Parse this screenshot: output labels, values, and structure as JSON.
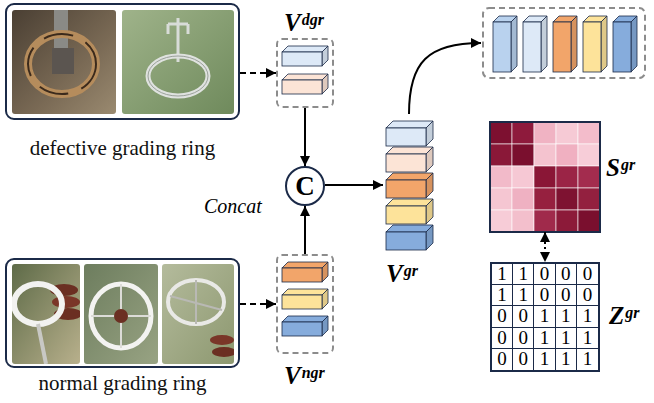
{
  "diagram": {
    "nodes": [
      {
        "text": [
          "defective grading ring"
        ]
      },
      {
        "text": [
          "normal grading ring"
        ]
      },
      {
        "text": [
          "V",
          "dgr"
        ]
      },
      {
        "text": [
          "V",
          "ngr"
        ]
      },
      {
        "text": [
          "C"
        ]
      },
      {
        "text": [
          "V",
          "gr"
        ]
      },
      {
        "text": [
          "S",
          "gr"
        ]
      },
      {
        "text": [
          "Z",
          "gr"
        ]
      }
    ],
    "edges": [
      {
        "from": 0,
        "to": 2,
        "arrow": "to"
      },
      {
        "from": 1,
        "to": 3,
        "arrow": "to"
      },
      {
        "from": 2,
        "to": 4,
        "arrow": "to"
      },
      {
        "from": 3,
        "to": 4,
        "arrow": "to"
      },
      {
        "from": 4,
        "to": 5,
        "arrow": "to"
      },
      {
        "from": 6,
        "to": 7,
        "arrow": "both"
      }
    ],
    "labels": [
      "Concat",
      "1",
      "1",
      "0",
      "0",
      "0",
      "1",
      "1",
      "0",
      "0",
      "0",
      "0",
      "0",
      "1",
      "1",
      "1",
      "0",
      "0",
      "1",
      "1",
      "1",
      "0",
      "0",
      "1",
      "1",
      "1"
    ]
  }
}
